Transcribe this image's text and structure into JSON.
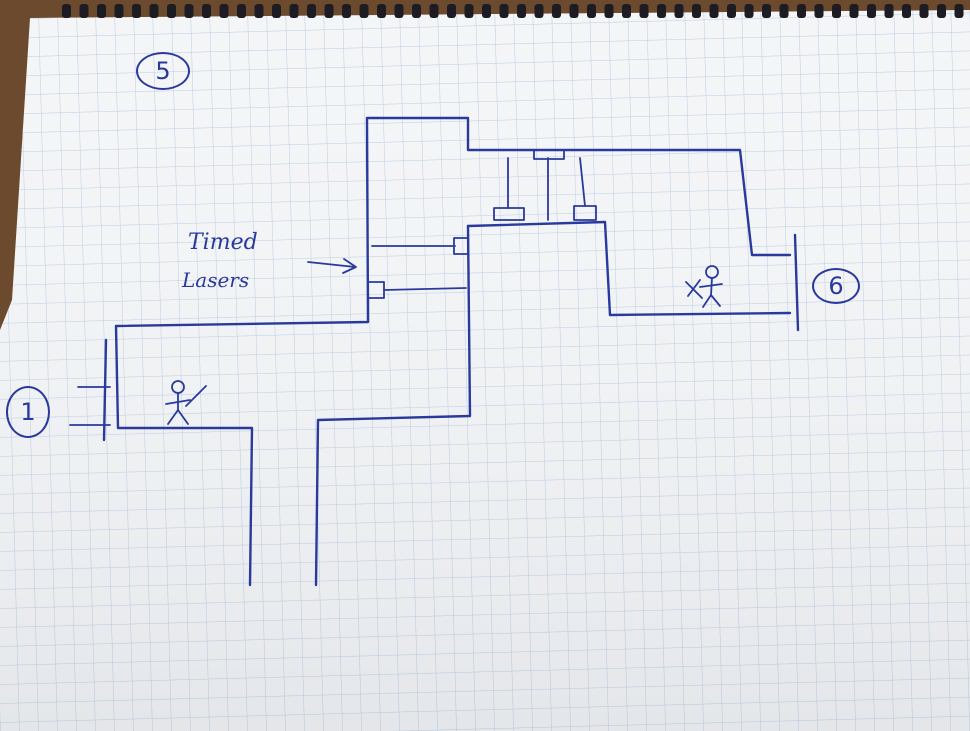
{
  "sketch": {
    "labels": {
      "level_top": "5",
      "level_left": "1",
      "level_right": "6",
      "annotation_line1": "Timed",
      "annotation_line2": "Lasers"
    },
    "colors": {
      "ink": "#2a3a9c",
      "paper": "#f4f5f7",
      "grid": "#b9cde3",
      "desk": "#6b4a2e",
      "spiral_holes": "#1c1c22"
    },
    "icons": [
      "stick-figure-player-icon",
      "stick-figure-enemy-icon",
      "arrow-icon"
    ]
  }
}
